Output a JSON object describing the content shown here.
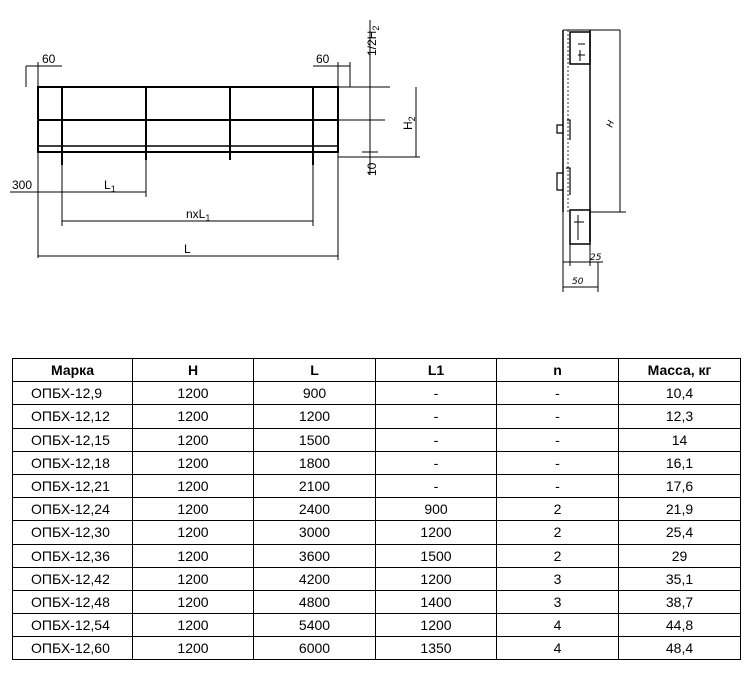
{
  "drawing": {
    "front": {
      "dim_left_60": "60",
      "dim_right_60": "60",
      "dim_half_h2_base": "1/2H",
      "dim_half_h2_sub": "2",
      "dim_h2_base": "H",
      "dim_h2_sub": "2",
      "dim_10": "10",
      "dim_300": "300",
      "dim_l1_base": "L",
      "dim_l1_sub": "1",
      "dim_nxl1_base": "nxL",
      "dim_nxl1_sub": "1",
      "dim_l": "L"
    },
    "side": {
      "dim_h": "H",
      "dim_25": "25",
      "dim_50": "50"
    }
  },
  "table": {
    "headers": [
      "Марка",
      "H",
      "L",
      "L1",
      "n",
      "Масса, кг"
    ],
    "rows": [
      [
        "ОПБХ-12,9",
        "1200",
        "900",
        "-",
        "-",
        "10,4"
      ],
      [
        "ОПБХ-12,12",
        "1200",
        "1200",
        "-",
        "-",
        "12,3"
      ],
      [
        "ОПБХ-12,15",
        "1200",
        "1500",
        "-",
        "-",
        "14"
      ],
      [
        "ОПБХ-12,18",
        "1200",
        "1800",
        "-",
        "-",
        "16,1"
      ],
      [
        "ОПБХ-12,21",
        "1200",
        "2100",
        "-",
        "-",
        "17,6"
      ],
      [
        "ОПБХ-12,24",
        "1200",
        "2400",
        "900",
        "2",
        "21,9"
      ],
      [
        "ОПБХ-12,30",
        "1200",
        "3000",
        "1200",
        "2",
        "25,4"
      ],
      [
        "ОПБХ-12,36",
        "1200",
        "3600",
        "1500",
        "2",
        "29"
      ],
      [
        "ОПБХ-12,42",
        "1200",
        "4200",
        "1200",
        "3",
        "35,1"
      ],
      [
        "ОПБХ-12,48",
        "1200",
        "4800",
        "1400",
        "3",
        "38,7"
      ],
      [
        "ОПБХ-12,54",
        "1200",
        "5400",
        "1200",
        "4",
        "44,8"
      ],
      [
        "ОПБХ-12,60",
        "1200",
        "6000",
        "1350",
        "4",
        "48,4"
      ]
    ]
  }
}
